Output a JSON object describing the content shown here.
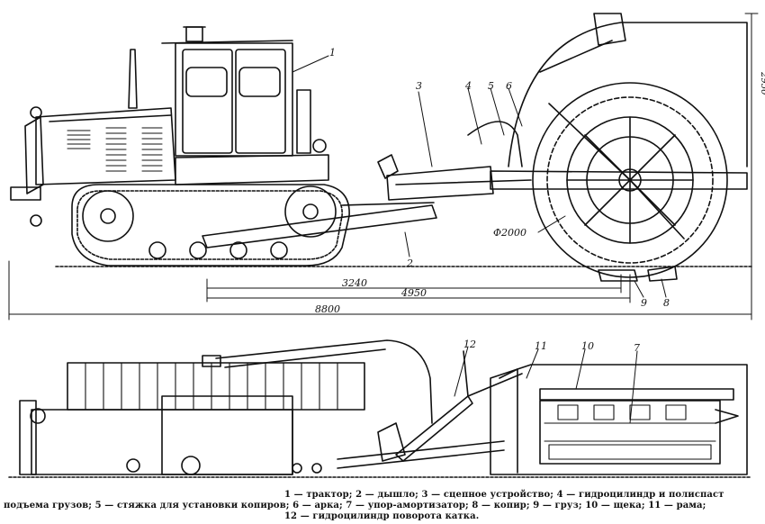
{
  "callouts": {
    "n1": "1",
    "n2": "2",
    "n3": "3",
    "n4": "4",
    "n5": "5",
    "n6": "6",
    "n7": "7",
    "n8": "8",
    "n9": "9",
    "n10": "10",
    "n11": "11",
    "n12": "12"
  },
  "dimensions": {
    "wheelbase": "3240",
    "mid_length": "4950",
    "total_length": "8800",
    "wheel_diameter": "Φ2000",
    "height": "2950"
  },
  "caption": {
    "line1": "1 — трактор; 2 — дышло; 3 — сцепное устройство; 4 — гидроцилиндр и полиспаст",
    "line2": "подъема грузов; 5 — стяжка для установки копиров; 6 — арка; 7 — упор-амортизатор; 8 — копир; 9 — груз; 10 — щека; 11 — рама;",
    "line3": "12 — гидроцилиндр поворота катка."
  },
  "colors": {
    "ink": "#111111",
    "paper": "#ffffff"
  }
}
